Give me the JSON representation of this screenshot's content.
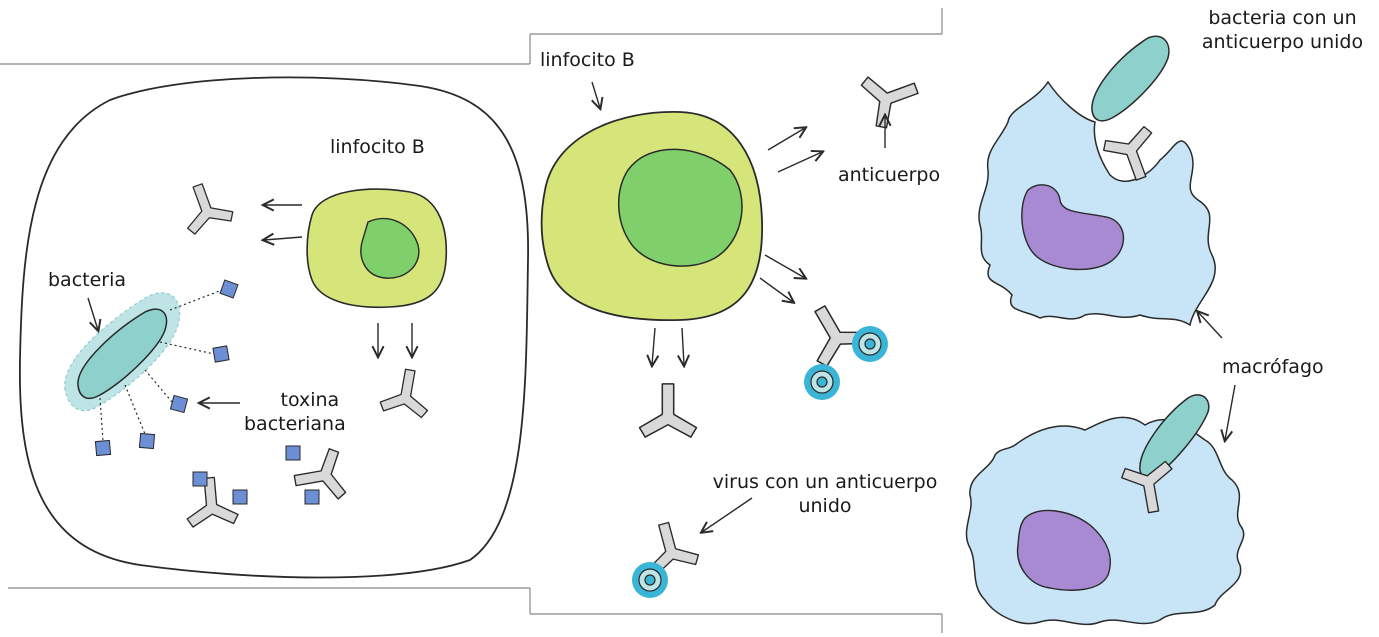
{
  "labels": {
    "panel1_cell": "linfocito B",
    "panel1_bacteria": "bacteria",
    "panel1_toxin_line1": "toxina",
    "panel1_toxin_line2": "bacteriana",
    "panel2_cell": "linfocito B",
    "panel2_antibody": "anticuerpo",
    "panel2_virus_line1": "virus con un anticuerpo",
    "panel2_virus_line2": "unido",
    "panel3_bacteria_line1": "bacteria con un",
    "panel3_bacteria_line2": "anticuerpo unido",
    "panel3_macrophage": "macrófago"
  },
  "colors": {
    "lymphocyte": "#d6e57a",
    "nucleus": "#7fcf6a",
    "antibody": "#d9d9d9",
    "bacteria": "#8ed0cc",
    "bacteria_halo": "#bfe4e6",
    "toxin": "#6d8fd6",
    "virus": "#3ab5d8",
    "macrophage": "#c8e4f7",
    "macrophage_nucleus": "#a78ad1",
    "outline": "#2a2a2a"
  }
}
